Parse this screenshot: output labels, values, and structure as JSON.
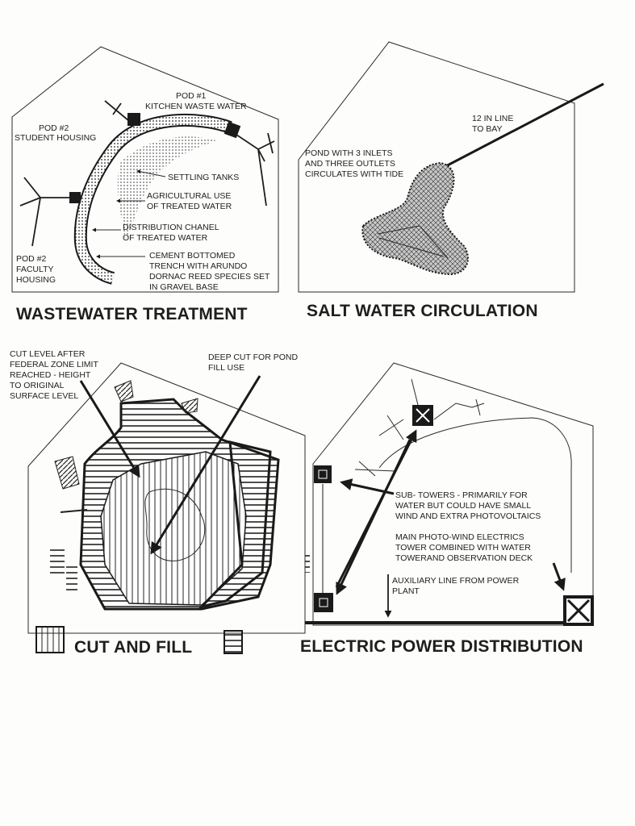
{
  "panels": {
    "wastewater": {
      "title": "WASTEWATER TREATMENT",
      "labels": {
        "pod1_a": "POD #1",
        "pod1_b": "KITCHEN WASTE WATER",
        "pod2_student_a": "POD #2",
        "pod2_student_b": "STUDENT HOUSING",
        "settling": "SETTLING TANKS",
        "agri_a": "AGRICULTURAL USE",
        "agri_b": "OF TREATED WATER",
        "dist_a": "DISTRIBUTION CHANEL",
        "dist_b": "OF TREATED WATER",
        "trench_a": "CEMENT BOTTOMED",
        "trench_b": "TRENCH WITH ARUNDO",
        "trench_c": "DORNAC REED SPECIES SET",
        "trench_d": "IN GRAVEL BASE",
        "pod2_faculty_a": "POD #2",
        "pod2_faculty_b": "FACULTY",
        "pod2_faculty_c": "HOUSING"
      }
    },
    "saltwater": {
      "title": "SALT WATER CIRCULATION",
      "labels": {
        "line_a": "12 IN LINE",
        "line_b": "TO BAY",
        "pond_a": "POND WITH 3 INLETS",
        "pond_b": "AND THREE OUTLETS",
        "pond_c": "CIRCULATES WITH TIDE"
      }
    },
    "cutfill": {
      "title": "CUT AND FILL",
      "labels": {
        "cut_a": "CUT LEVEL AFTER",
        "cut_b": "FEDERAL ZONE LIMIT",
        "cut_c": "REACHED - HEIGHT",
        "cut_d": "TO ORIGINAL",
        "cut_e": "SURFACE LEVEL",
        "deep_a": "DEEP CUT FOR POND",
        "deep_b": "FILL USE"
      }
    },
    "electric": {
      "title": "ELECTRIC POWER DISTRIBUTION",
      "labels": {
        "sub_a": "SUB- TOWERS - PRIMARILY FOR",
        "sub_b": "WATER BUT COULD HAVE SMALL",
        "sub_c": "WIND AND EXTRA PHOTOVOLTAICS",
        "main_a": "MAIN PHOTO-WIND ELECTRICS",
        "main_b": "TOWER COMBINED WITH WATER",
        "main_c": "TOWERAND OBSERVATION DECK",
        "aux_a": "AUXILIARY LINE FROM POWER",
        "aux_b": "PLANT"
      }
    }
  },
  "colors": {
    "ink": "#1e1e1e",
    "paper": "#fdfdfb",
    "pond_fill": "#c8c8c8"
  }
}
